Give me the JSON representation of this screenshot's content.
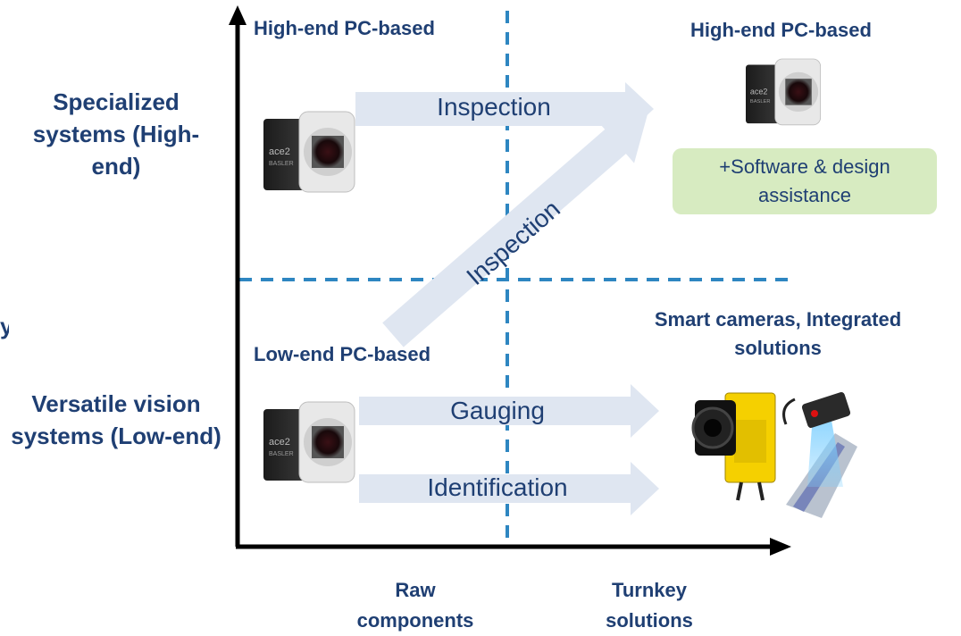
{
  "y_axis": {
    "top_label": "Specialized systems (High-end)",
    "bottom_label": "Versatile vision systems (Low-end)",
    "cut_off_label": "y"
  },
  "x_axis": {
    "left_label": "Raw components",
    "right_label": "Turnkey solutions"
  },
  "quadrants": {
    "top_left": "High-end PC-based",
    "top_right": "High-end PC-based",
    "bottom_left": "Low-end PC-based",
    "bottom_right": "Smart cameras, Integrated solutions"
  },
  "arrows": {
    "top": "Inspection",
    "diagonal": "Inspection",
    "middle": "Gauging",
    "bottom": "Identification"
  },
  "extra_box": "+Software & design assistance",
  "camera_badge": {
    "brand": "BASLER",
    "model": "ace2"
  },
  "colors": {
    "text": "#1f3f73",
    "axis": "#000000",
    "dashed": "#2e86c1",
    "arrow_fill": "#dfe6f1",
    "green_box": "#d7ebc1",
    "smart_camera": "#f5d000"
  },
  "icons": [
    "basler-ace2-camera-icon",
    "smart-camera-icon",
    "laser-sensor-icon"
  ]
}
